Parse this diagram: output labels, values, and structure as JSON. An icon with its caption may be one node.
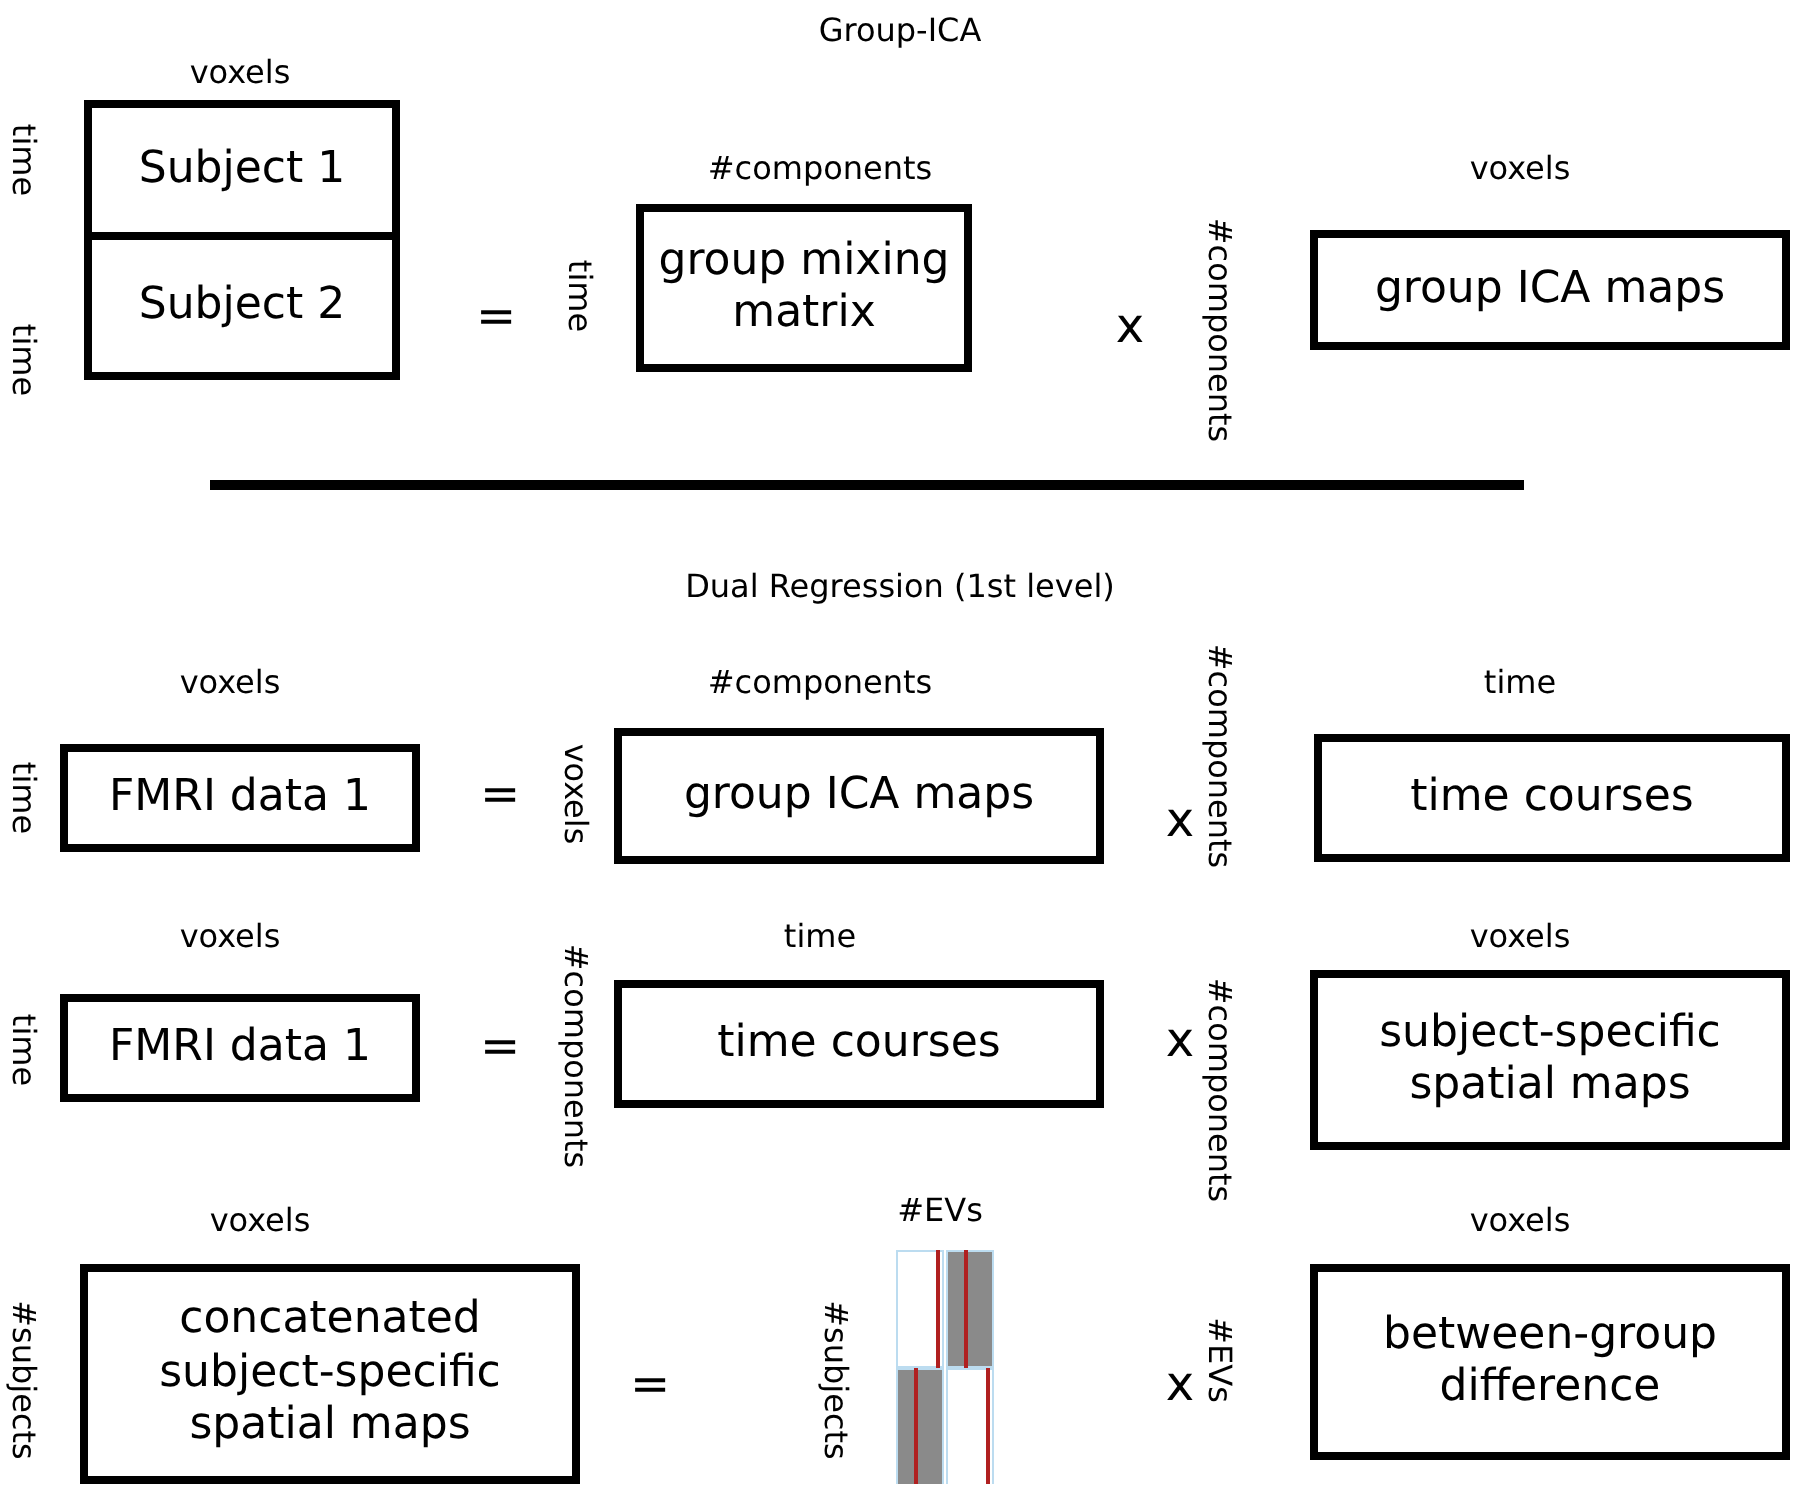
{
  "diagram": {
    "nodes": [
      {
        "text": [
          "Subject 1"
        ]
      },
      {
        "text": [
          "Subject 2"
        ]
      },
      {
        "text": [
          "group mixing matrix"
        ]
      },
      {
        "text": [
          "group ICA maps"
        ]
      },
      {
        "text": [
          "FMRI data 1"
        ]
      },
      {
        "text": [
          "group ICA maps"
        ]
      },
      {
        "text": [
          "time courses"
        ]
      },
      {
        "text": [
          "FMRI data 1"
        ]
      },
      {
        "text": [
          "time courses"
        ]
      },
      {
        "text": [
          "subject-specific spatial maps"
        ]
      },
      {
        "text": [
          "concatenated subject-specific spatial maps"
        ]
      },
      {
        "text": [],
        "shape": "picture"
      },
      {
        "text": [
          "between-group difference"
        ]
      }
    ],
    "edges": [],
    "labels": [
      "Group-ICA",
      "voxels",
      "#components",
      "voxels",
      "time",
      "=",
      "time",
      "x",
      "#components",
      "time",
      "Dual Regression (1st level)",
      "voxels",
      "#components",
      "#components",
      "time",
      "time",
      "=",
      "voxels",
      "x",
      "voxels",
      "time",
      "voxels",
      "time",
      "=",
      "#components",
      "x",
      "#components",
      "voxels",
      "#EVs",
      "voxels",
      "#subjects",
      "=",
      "#subjects",
      "x",
      "#EVs"
    ]
  }
}
